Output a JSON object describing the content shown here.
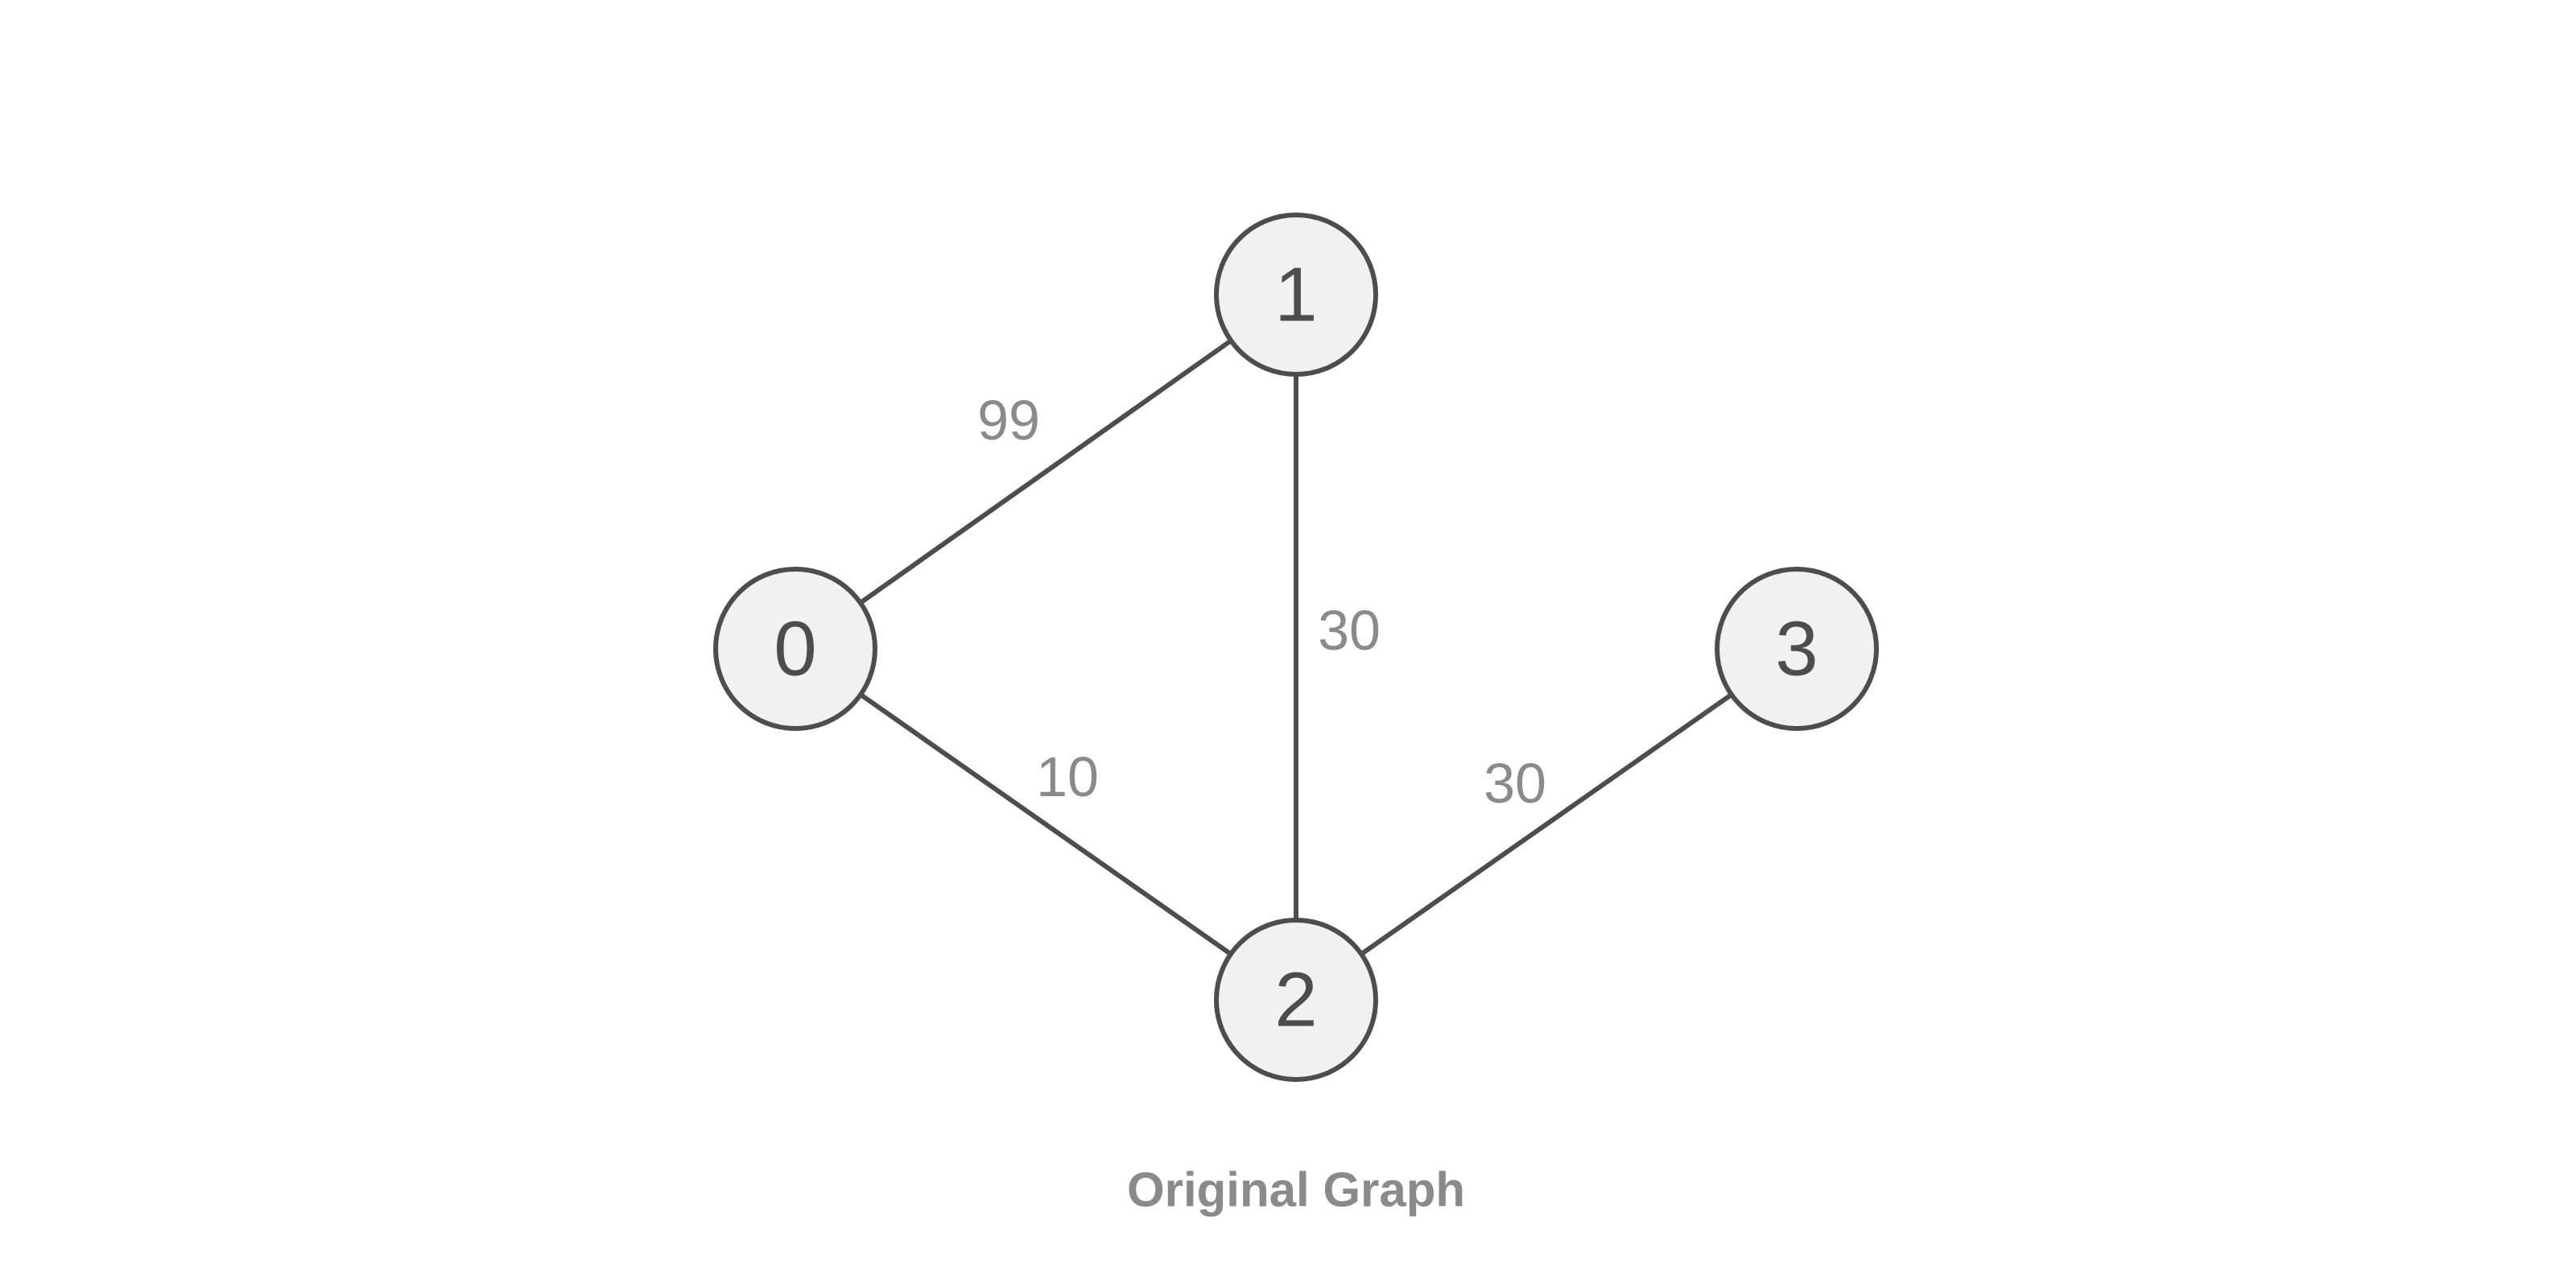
{
  "graph": {
    "caption": "Original Graph",
    "nodes": [
      {
        "id": "0",
        "label": "0"
      },
      {
        "id": "1",
        "label": "1"
      },
      {
        "id": "2",
        "label": "2"
      },
      {
        "id": "3",
        "label": "3"
      }
    ],
    "edges": [
      {
        "from": "0",
        "to": "1",
        "weight": "99"
      },
      {
        "from": "1",
        "to": "2",
        "weight": "30"
      },
      {
        "from": "0",
        "to": "2",
        "weight": "10"
      },
      {
        "from": "2",
        "to": "3",
        "weight": "30"
      }
    ]
  },
  "colors": {
    "node_fill": "#f1f1f1",
    "stroke": "#4d4d4d",
    "label_gray": "#8a8a8a"
  }
}
